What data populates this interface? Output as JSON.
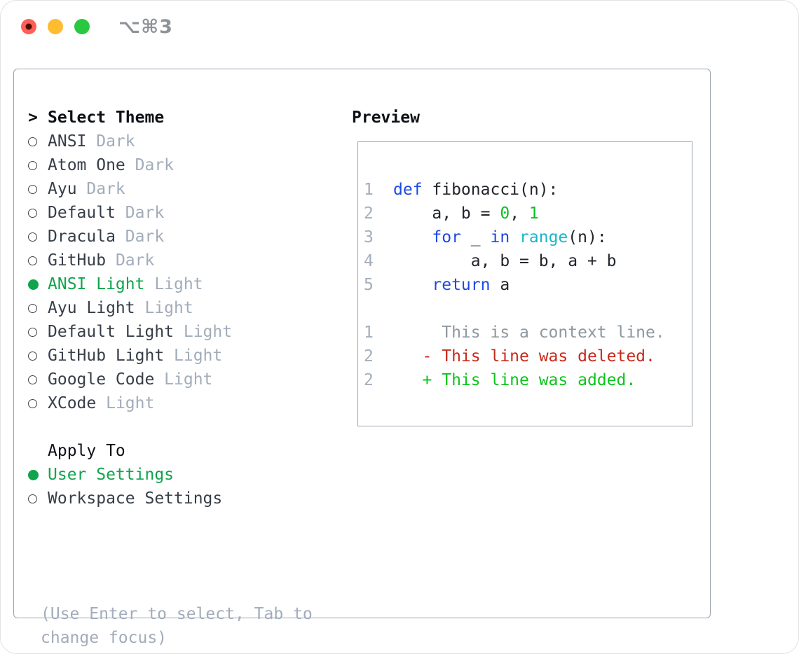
{
  "window": {
    "title": "⌥⌘3",
    "traffic_lights": [
      {
        "name": "close-button",
        "color_key": "tl-red",
        "has_dot": true
      },
      {
        "name": "minimize-button",
        "color_key": "tl-yellow",
        "has_dot": false
      },
      {
        "name": "zoom-button",
        "color_key": "tl-green",
        "has_dot": false
      }
    ]
  },
  "theme_panel": {
    "header": "Select Theme",
    "header_prefix": ">",
    "themes": [
      {
        "name": "ANSI",
        "variant": "Dark",
        "selected": false
      },
      {
        "name": "Atom One",
        "variant": "Dark",
        "selected": false
      },
      {
        "name": "Ayu",
        "variant": "Dark",
        "selected": false
      },
      {
        "name": "Default",
        "variant": "Dark",
        "selected": false
      },
      {
        "name": "Dracula",
        "variant": "Dark",
        "selected": false
      },
      {
        "name": "GitHub",
        "variant": "Dark",
        "selected": false
      },
      {
        "name": "ANSI Light",
        "variant": "Light",
        "selected": true
      },
      {
        "name": "Ayu Light",
        "variant": "Light",
        "selected": false
      },
      {
        "name": "Default Light",
        "variant": "Light",
        "selected": false
      },
      {
        "name": "GitHub Light",
        "variant": "Light",
        "selected": false
      },
      {
        "name": "Google Code",
        "variant": "Light",
        "selected": false
      },
      {
        "name": "XCode",
        "variant": "Light",
        "selected": false
      }
    ],
    "apply_to": {
      "header": "Apply To",
      "options": [
        {
          "label": "User Settings",
          "selected": true
        },
        {
          "label": "Workspace Settings",
          "selected": false
        }
      ]
    },
    "help_text": "(Use Enter to select, Tab to change focus)"
  },
  "preview": {
    "header": "Preview",
    "lines": [
      {
        "num": "1",
        "segments": [
          [
            "keyword",
            "def"
          ],
          [
            "plain",
            " fibonacci(n):"
          ]
        ]
      },
      {
        "num": "2",
        "segments": [
          [
            "plain",
            "    a, b = "
          ],
          [
            "number",
            "0"
          ],
          [
            "plain",
            ", "
          ],
          [
            "number",
            "1"
          ]
        ]
      },
      {
        "num": "3",
        "segments": [
          [
            "plain",
            "    "
          ],
          [
            "keyword",
            "for"
          ],
          [
            "plain",
            " _ "
          ],
          [
            "keyword",
            "in"
          ],
          [
            "plain",
            " "
          ],
          [
            "builtin",
            "range"
          ],
          [
            "plain",
            "(n):"
          ]
        ]
      },
      {
        "num": "4",
        "segments": [
          [
            "plain",
            "        a, b = b, a + b"
          ]
        ]
      },
      {
        "num": "5",
        "segments": [
          [
            "plain",
            "    "
          ],
          [
            "keyword",
            "return"
          ],
          [
            "plain",
            " a"
          ]
        ]
      },
      {
        "num": "",
        "segments": []
      },
      {
        "num": "1",
        "segments": [
          [
            "context",
            "     This is a context line."
          ]
        ]
      },
      {
        "num": "2",
        "segments": [
          [
            "deleted",
            "   - This line was deleted."
          ]
        ]
      },
      {
        "num": "2",
        "segments": [
          [
            "added",
            "   + This line was added."
          ]
        ]
      }
    ]
  },
  "colors": {
    "accent-green": "#10a44c",
    "kw-blue": "#1d49e3",
    "num-green": "#0dbd24",
    "builtin-cyan": "#16b8c8",
    "diff-red": "#c8291a",
    "diff-green": "#0cc41c",
    "gray-muted": "#a2acba",
    "gray-linenum": "#a4aebd",
    "gray-context": "#8f979f",
    "ink": "#21252b",
    "ink-header": "#0e1116",
    "name-ink": "#383e48",
    "border-gray": "#9ba4af",
    "radio-ring": "#40454d",
    "title-gray": "#8e9299",
    "tl-red": "#ff5f57",
    "tl-red-dot": "#4a0d05",
    "tl-yellow": "#febc2e",
    "tl-green": "#28c840"
  }
}
